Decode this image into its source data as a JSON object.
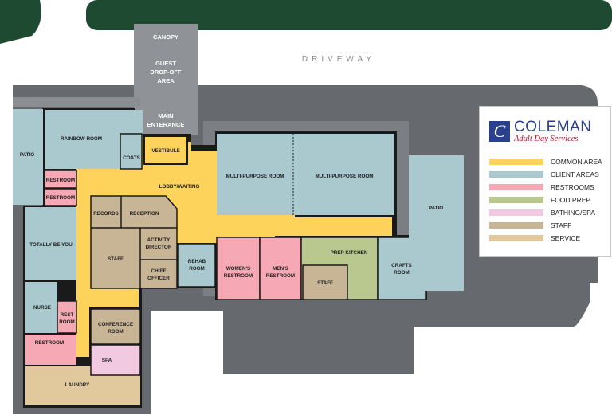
{
  "site": {
    "driveway": "DRIVEWAY",
    "canopy": "CANOPY",
    "dropoff": [
      "GUEST",
      "DROP-OFF",
      "AREA"
    ],
    "entrance": [
      "MAIN",
      "ENTERANCE"
    ]
  },
  "rooms": {
    "patio_left": "PATIO",
    "rainbow": "RAINBOW ROOM",
    "coats": "COATS",
    "vestibule": "VESTIBULE",
    "lobby": "LOBBY/WAITING",
    "restroom_a": "RESTROOM",
    "restroom_b": "RESTROOM",
    "totally": "TOTALLY BE YOU",
    "records": "RECORDS",
    "reception": "RECEPTION",
    "activity": [
      "ACTIVITY",
      "DIRECTOR"
    ],
    "staff_left": "STAFF",
    "chief": [
      "CHIEF",
      "OFFICER"
    ],
    "rehab": [
      "REHAB",
      "ROOM"
    ],
    "mp1": "MULTI-PURPOSE ROOM",
    "mp2": "MULTI-PURPOSE ROOM",
    "womens": [
      "WOMEN'S",
      "RESTROOM"
    ],
    "mens": [
      "MEN'S",
      "RESTROOM"
    ],
    "prep": "PREP KITCHEN",
    "staff_kitchen": "STAFF",
    "crafts": [
      "CRAFTS",
      "ROOM"
    ],
    "patio_right": "PATIO",
    "nurse": "NURSE",
    "restroom_nurse": [
      "REST",
      "ROOM"
    ],
    "conference": [
      "CONFERENCE",
      "ROOM"
    ],
    "restroom_c": "RESTROOM",
    "spa": "SPA",
    "laundry": "LAUNDRY"
  },
  "legend": {
    "brand": "COLEMAN",
    "brand_mark": "C",
    "tagline": "Adult Day Services",
    "items": [
      {
        "label": "COMMON AREA",
        "color": "#fdd35c"
      },
      {
        "label": "CLIENT AREAS",
        "color": "#a9c9cf"
      },
      {
        "label": "RESTROOMS",
        "color": "#f6a9b5"
      },
      {
        "label": "FOOD PREP",
        "color": "#b8c88e"
      },
      {
        "label": "BATHING/SPA",
        "color": "#f1c9e1"
      },
      {
        "label": "STAFF",
        "color": "#c8b595"
      },
      {
        "label": "SERVICE",
        "color": "#e1c99d"
      }
    ]
  },
  "colors": {
    "common": "#fdd35c",
    "client": "#a9c9cf",
    "restroom": "#f6a9b5",
    "food": "#b8c88e",
    "spa": "#f1c9e1",
    "staff": "#c8b595",
    "service": "#e1c99d",
    "paving": "#666a6e",
    "green": "#1f4a32",
    "wall": "#1a1a1a"
  }
}
